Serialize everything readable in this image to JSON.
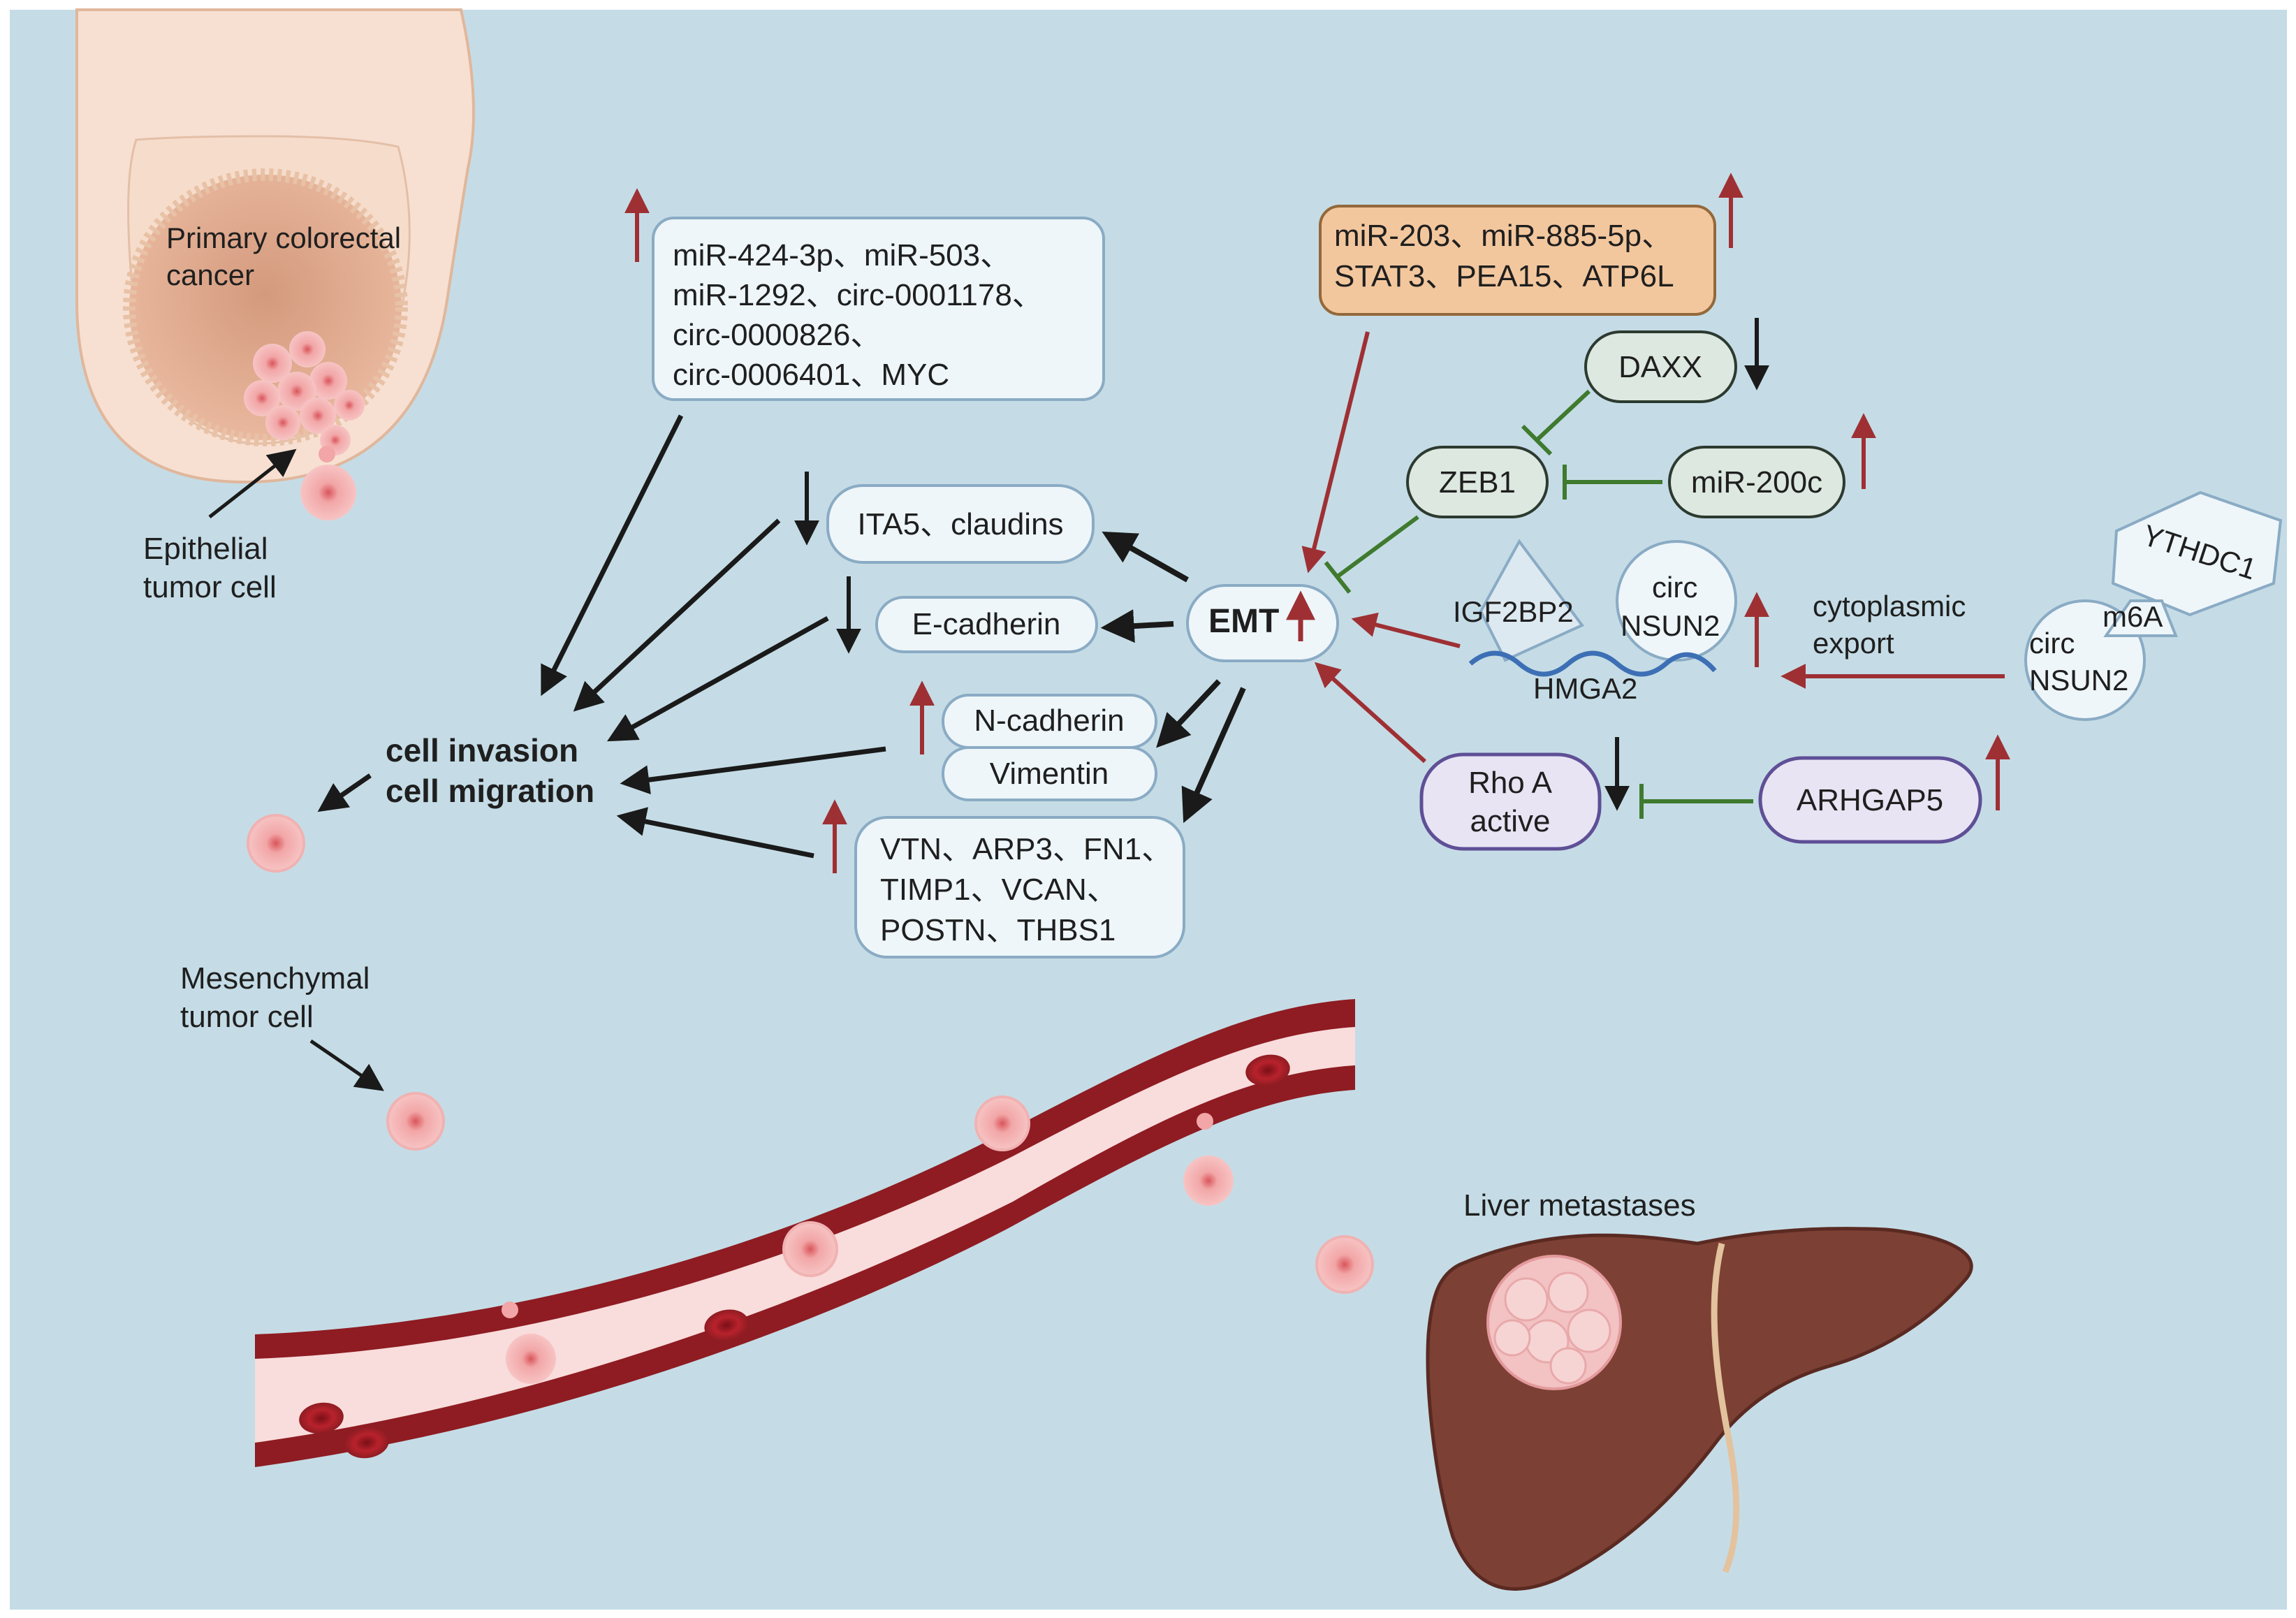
{
  "labels": {
    "primary_colorectal_1": "Primary colorectal",
    "primary_colorectal_2": "cancer",
    "epithelial_1": "Epithelial",
    "epithelial_2": "tumor cell",
    "mesenchymal_1": "Mesenchymal",
    "mesenchymal_2": "tumor cell",
    "liver_metastases": "Liver metastases",
    "invasion": "cell invasion",
    "migration": "cell migration",
    "emt": "EMT",
    "cytoplasmic_1": "cytoplasmic",
    "cytoplasmic_2": "export",
    "hmga2": "HMGA2"
  },
  "boxes": {
    "mir_group": [
      "miR-424-3p、miR-503、",
      "miR-1292、circ-0001178、",
      "circ-0000826、",
      "circ-0006401、MYC"
    ],
    "mir203_group": [
      "miR-203、miR-885-5p、",
      "STAT3、PEA15、ATP6L"
    ],
    "ita5": "ITA5、claudins",
    "ecadherin": "E-cadherin",
    "ncadherin": "N-cadherin",
    "vimentin": "Vimentin",
    "vtn_group": [
      "VTN、ARP3、FN1、",
      "TIMP1、VCAN、",
      "POSTN、THBS1"
    ],
    "daxx": "DAXX",
    "zeb1": "ZEB1",
    "mir200c": "miR-200c",
    "igf2bp2": "IGF2BP2",
    "circ_nsun2_a": [
      "circ",
      "NSUN2"
    ],
    "circ_nsun2_b": [
      "circ",
      "NSUN2"
    ],
    "m6a": "m6A",
    "ythdc1": "YTHDC1",
    "rhoa": [
      "Rho A",
      "active"
    ],
    "arhgap5": "ARHGAP5"
  },
  "colors": {
    "background": "#c5dce6",
    "red_arrow": "#9e3034",
    "green_inhibit": "#3f7a2e",
    "box_blue_fill": "#eef6fa",
    "box_blue_stroke": "#8aabc4",
    "box_orange_fill": "#f3c79e",
    "box_orange_stroke": "#94683a",
    "box_green_fill": "#dce8e0",
    "box_purple_fill": "#e8e4f4",
    "box_purple_stroke": "#5f4f96",
    "vessel_dark": "#8e1c22",
    "vessel_light": "#f9dcdc",
    "liver": "#7d4034",
    "tumor": "#f3c2c3"
  }
}
